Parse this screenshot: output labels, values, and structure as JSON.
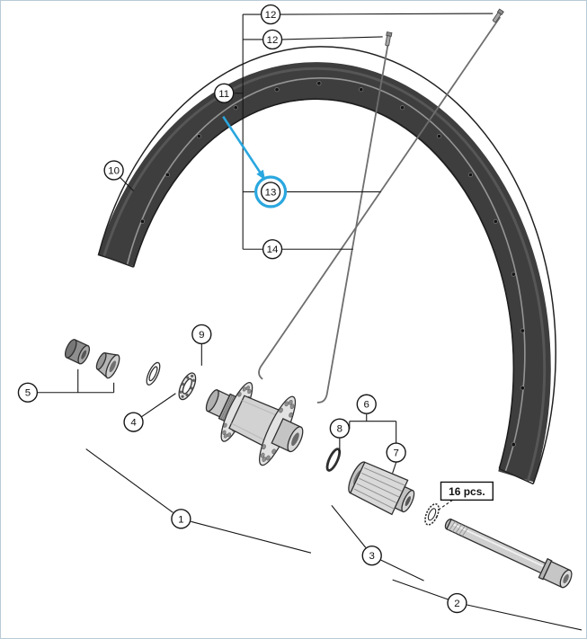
{
  "diagram": {
    "kind": "exploded-parts-diagram",
    "highlighted_item": "13",
    "pieces_note": "16 pcs.",
    "callouts": [
      {
        "label": "12"
      },
      {
        "label": "12"
      },
      {
        "label": "11"
      },
      {
        "label": "10"
      },
      {
        "label": "13"
      },
      {
        "label": "14"
      },
      {
        "label": "9"
      },
      {
        "label": "5"
      },
      {
        "label": "4"
      },
      {
        "label": "8"
      },
      {
        "label": "6"
      },
      {
        "label": "7"
      },
      {
        "label": "1"
      },
      {
        "label": "3"
      },
      {
        "label": "2"
      }
    ],
    "colors": {
      "highlight": "#2aa7df",
      "line": "#161616",
      "rim": "#3e3e3e"
    }
  }
}
